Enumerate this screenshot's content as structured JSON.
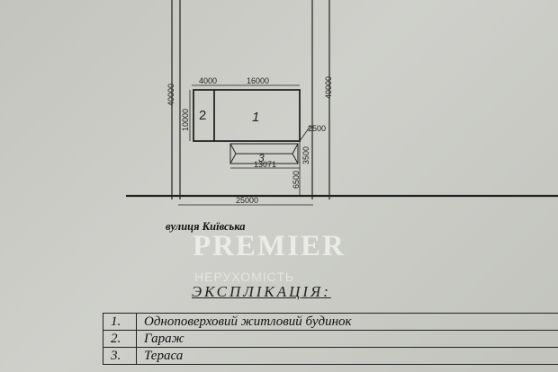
{
  "plan": {
    "dimensions": {
      "d_4000": "4000",
      "d_16000": "16000",
      "d_40000_left": "40000",
      "d_40000_right": "40000",
      "d_10000": "10000",
      "d_2500": "2500",
      "d_3500": "3500",
      "d_13071": "13071",
      "d_6500": "6500",
      "d_25000": "25000"
    },
    "labels": {
      "house": "1",
      "garage": "2",
      "terrace": "3"
    }
  },
  "street": "вулиця  Київська",
  "watermark": {
    "brand": "PREMIER",
    "sub": "НЕРУХОМІСТЬ"
  },
  "explication": {
    "title": "ЭКСПЛІКАЦІЯ:",
    "rows": [
      {
        "num": "1.",
        "name": "Одноповерховий  житловий будинок"
      },
      {
        "num": "2.",
        "name": "Гараж"
      },
      {
        "num": "3.",
        "name": "Тераса"
      }
    ]
  }
}
